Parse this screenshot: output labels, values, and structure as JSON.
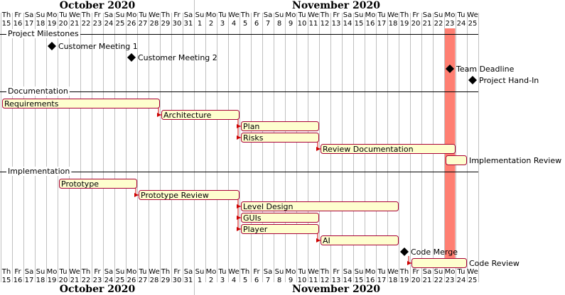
{
  "chart_data": {
    "type": "gantt",
    "start_date": "2020-10-15",
    "end_date": "2020-11-25",
    "months": [
      {
        "label": "October 2020",
        "first": "2020-10-15",
        "last": "2020-10-31"
      },
      {
        "label": "November 2020",
        "first": "2020-11-01",
        "last": "2020-11-25"
      }
    ],
    "weekday_labels": [
      "Su",
      "Mo",
      "Tu",
      "We",
      "Th",
      "Fr",
      "Sa"
    ],
    "highlight_days": [
      "2020-11-23"
    ],
    "colors": {
      "task_fill": "#FEFECE",
      "task_border": "#A80036",
      "dependency_arrow": "#CC0000",
      "highlight": "#FF7F72",
      "milestone": "#000000",
      "grid": "#C0C0C0"
    },
    "sections": [
      {
        "name": "Project Milestones",
        "items": [
          {
            "id": "m1",
            "name": "Customer Meeting 1",
            "kind": "milestone",
            "date": "2020-10-19"
          },
          {
            "id": "m2",
            "name": "Customer Meeting 2",
            "kind": "milestone",
            "date": "2020-10-26"
          },
          {
            "id": "m3",
            "name": "Team Deadline",
            "kind": "milestone",
            "date": "2020-11-23"
          },
          {
            "id": "m4",
            "name": "Project Hand-In",
            "kind": "milestone",
            "date": "2020-11-25"
          }
        ]
      },
      {
        "name": "Documentation",
        "items": [
          {
            "id": "d1",
            "name": "Requirements",
            "kind": "task",
            "start": "2020-10-15",
            "end": "2020-10-28"
          },
          {
            "id": "d2",
            "name": "Architecture",
            "kind": "task",
            "start": "2020-10-29",
            "end": "2020-11-04",
            "after": [
              "d1"
            ]
          },
          {
            "id": "d3",
            "name": "Plan",
            "kind": "task",
            "start": "2020-11-05",
            "end": "2020-11-11",
            "after": [
              "d2"
            ]
          },
          {
            "id": "d4",
            "name": "Risks",
            "kind": "task",
            "start": "2020-11-05",
            "end": "2020-11-11",
            "after": [
              "d2"
            ]
          },
          {
            "id": "d5",
            "name": "Review Documentation",
            "kind": "task",
            "start": "2020-11-12",
            "end": "2020-11-23",
            "after": [
              "d4"
            ]
          },
          {
            "id": "d6",
            "name": "Implementation Review",
            "kind": "task",
            "start": "2020-11-23",
            "end": "2020-11-24",
            "label_outside": true
          }
        ]
      },
      {
        "name": "Implementation",
        "items": [
          {
            "id": "i1",
            "name": "Prototype",
            "kind": "task",
            "start": "2020-10-20",
            "end": "2020-10-26"
          },
          {
            "id": "i2",
            "name": "Prototype Review",
            "kind": "task",
            "start": "2020-10-27",
            "end": "2020-11-04",
            "after": [
              "i1"
            ]
          },
          {
            "id": "i3",
            "name": "Level Design",
            "kind": "task",
            "start": "2020-11-05",
            "end": "2020-11-18",
            "after": [
              "i2"
            ]
          },
          {
            "id": "i4",
            "name": "GUIs",
            "kind": "task",
            "start": "2020-11-05",
            "end": "2020-11-11",
            "after": [
              "i2"
            ]
          },
          {
            "id": "i5",
            "name": "Player",
            "kind": "task",
            "start": "2020-11-05",
            "end": "2020-11-11",
            "after": [
              "i2"
            ]
          },
          {
            "id": "i6",
            "name": "AI",
            "kind": "task",
            "start": "2020-11-12",
            "end": "2020-11-18",
            "after": [
              "i5"
            ]
          },
          {
            "id": "i7",
            "name": "Code Merge",
            "kind": "milestone",
            "date": "2020-11-19"
          },
          {
            "id": "i8",
            "name": "Code Review",
            "kind": "task",
            "start": "2020-11-20",
            "end": "2020-11-24",
            "after": [
              "i7"
            ],
            "label_outside": true
          }
        ]
      }
    ]
  }
}
